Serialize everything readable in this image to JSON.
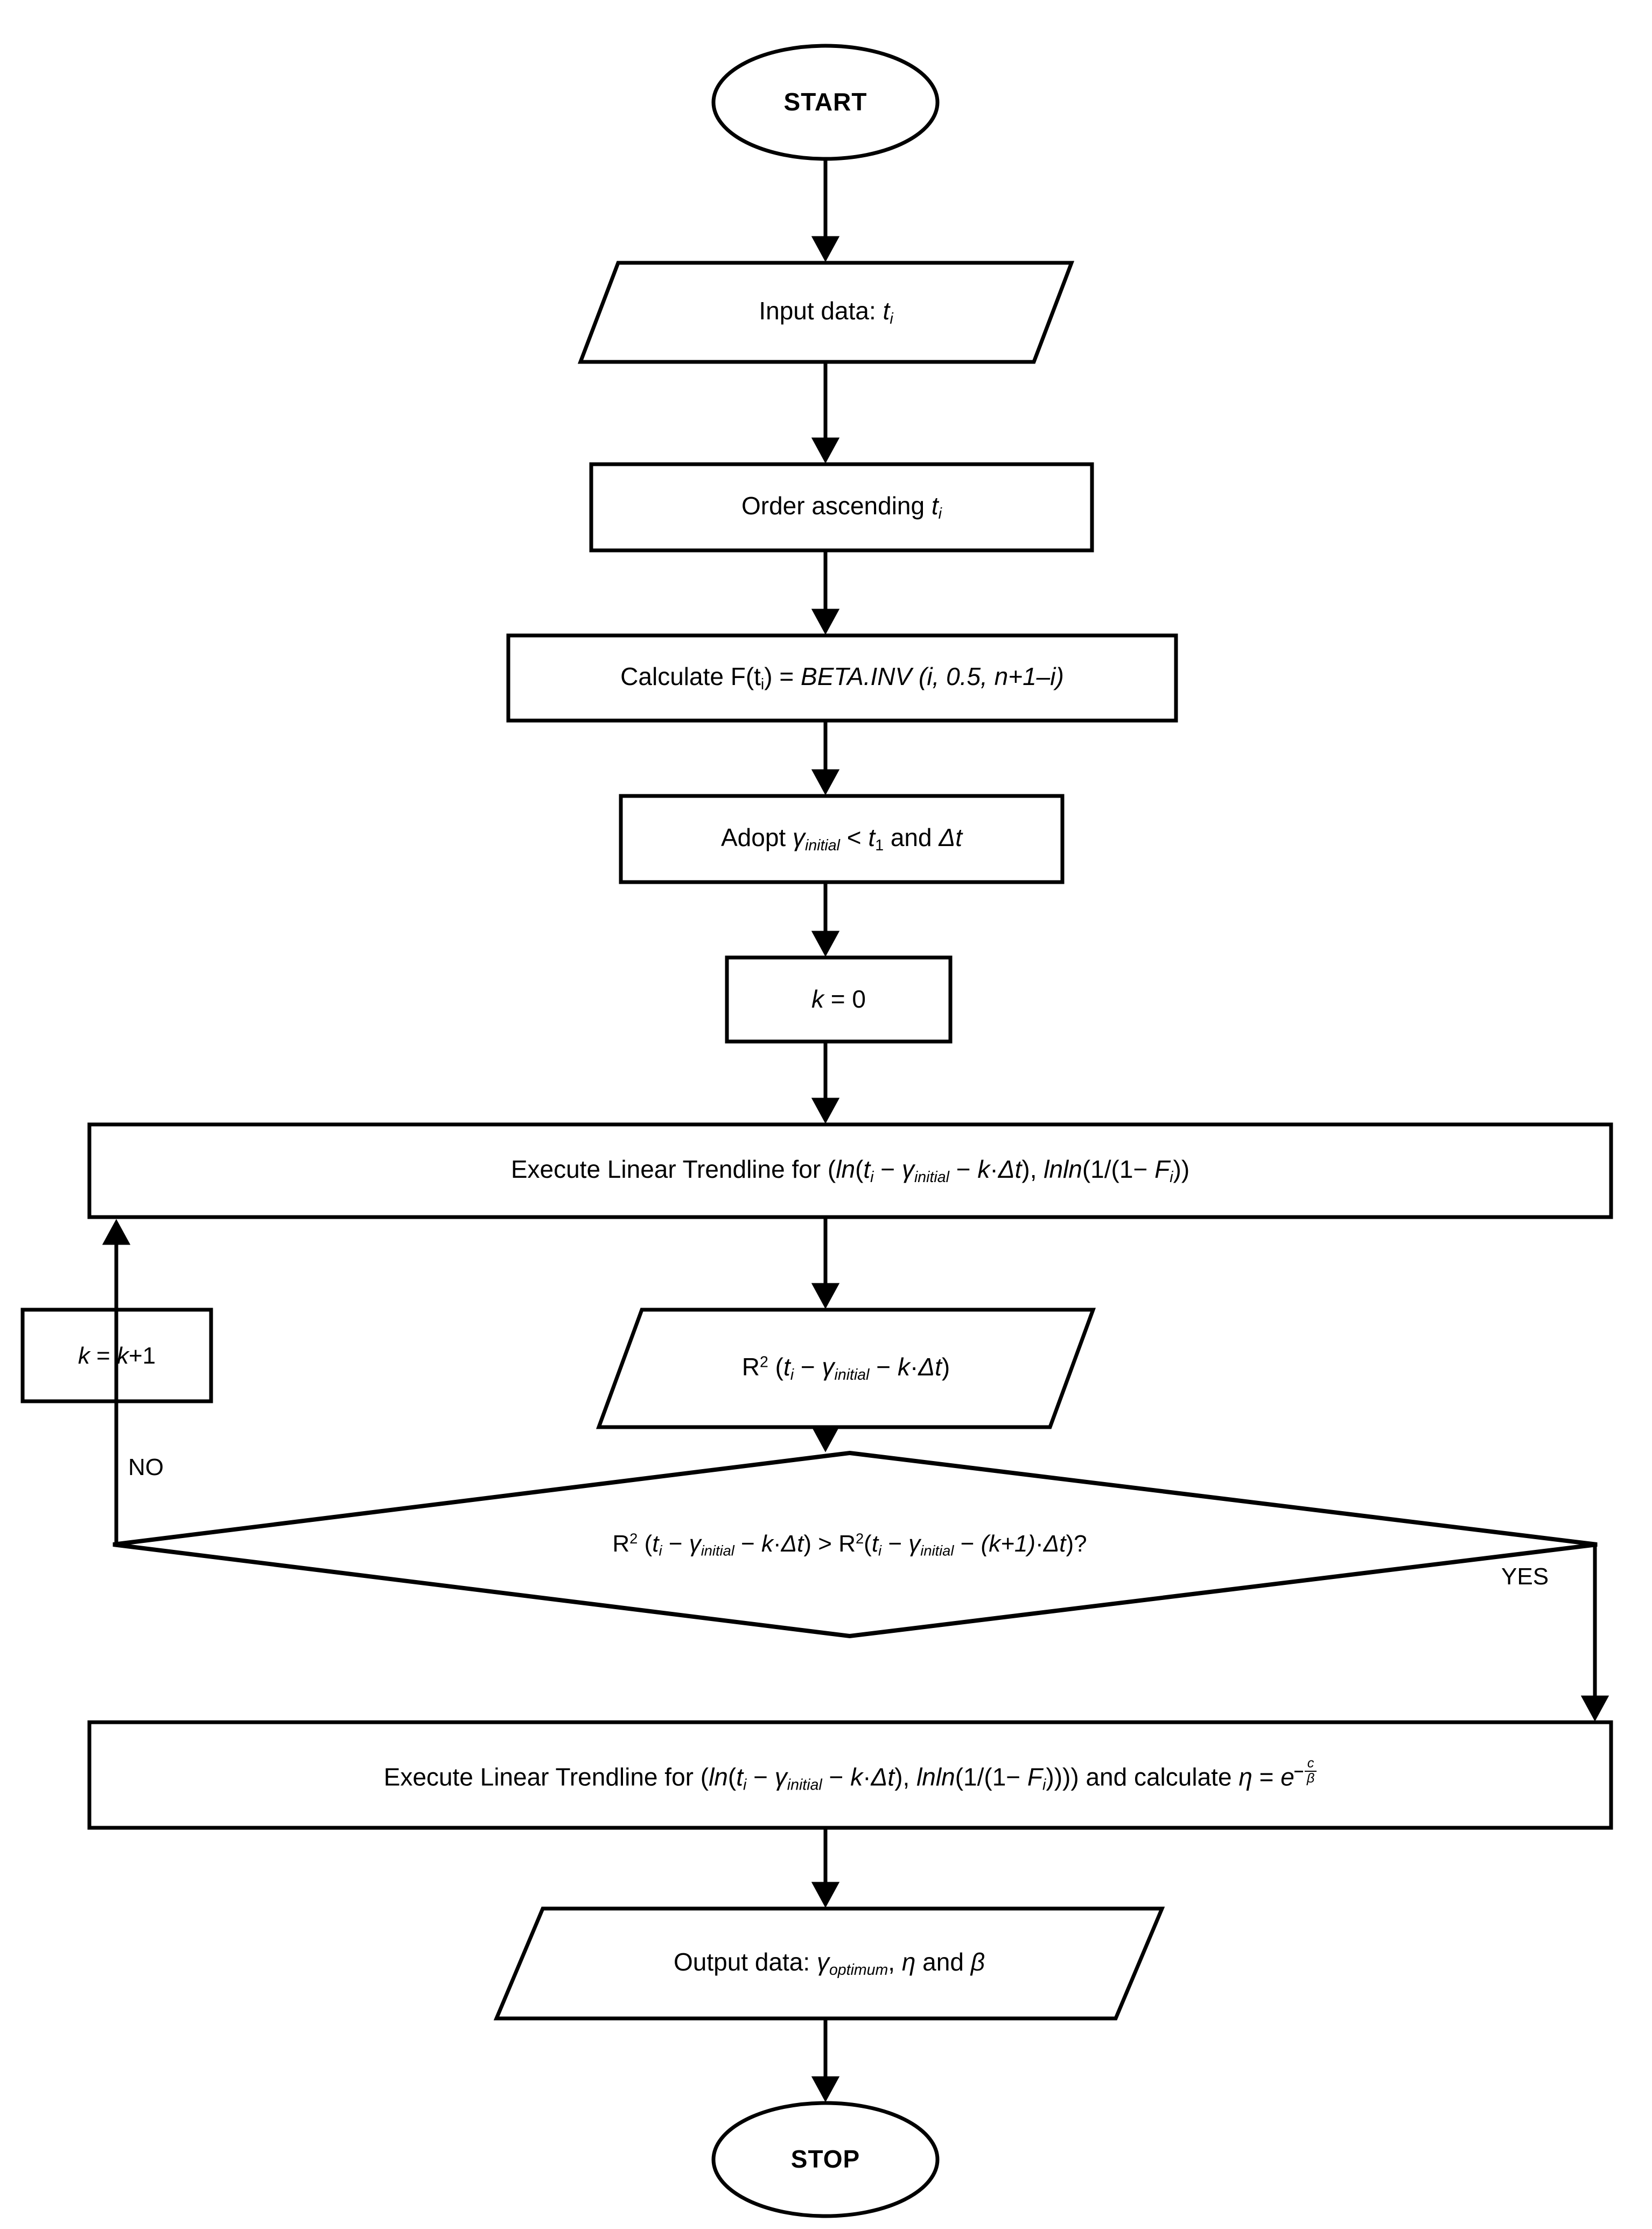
{
  "diagram": {
    "title": "Weibull three-parameter estimation flowchart",
    "stroke_color": "#000000",
    "fill_color": "#ffffff",
    "background": "#ffffff"
  },
  "nodes": {
    "start": {
      "shape": "terminator",
      "label": "START"
    },
    "input_data": {
      "shape": "parallelogram",
      "label": "Input data: t",
      "sub": "i",
      "prefix": "Input data: "
    },
    "order_ascending": {
      "shape": "rectangle",
      "prefix": "Order ascending ",
      "var": "t",
      "sub": "i"
    },
    "calculate_f": {
      "shape": "rectangle",
      "text_plain": "Calculate F(ti) = BETA.INV (i, 0.5, n+1–i)"
    },
    "adopt_gamma": {
      "shape": "rectangle",
      "text_plain": "Adopt γinitial < t1 and Δt"
    },
    "k_zero": {
      "shape": "rectangle",
      "text_plain": "k = 0"
    },
    "trendline_loop": {
      "shape": "rectangle",
      "text_plain": "Execute Linear Trendline for (ln(ti − γinitial − k·Δt), lnln(1/(1− Fi))"
    },
    "r2_value": {
      "shape": "parallelogram",
      "text_plain": "R2 (ti − γinitial − k·Δt)"
    },
    "k_increment": {
      "shape": "rectangle",
      "text_plain": "k = k+1"
    },
    "decision": {
      "shape": "diamond",
      "text_plain": "R2 (ti − γinitial − k·Δt) > R2(ti −γinitial − (k+1)·Δt)?"
    },
    "trendline_final": {
      "shape": "rectangle",
      "text_plain": "Execute Linear Trendline for (ln(ti − γinitial − k·Δt), lnln(1/(1− Fi))) and calculate  η = e−c/β"
    },
    "output_data": {
      "shape": "parallelogram",
      "text_plain": "Output data: γoptimum, η and β"
    },
    "stop": {
      "shape": "terminator",
      "label": "STOP"
    }
  },
  "edge_labels": {
    "no": "NO",
    "yes": "YES"
  },
  "tokens": {
    "input_data_prefix": "Input data: ",
    "order_prefix": "Order ascending ",
    "calculate_prefix": "Calculate F(t",
    "calculate_mid": ") = ",
    "beta_inv": "BETA.INV (",
    "beta_args_a": ", 0.5, ",
    "beta_args_b": "+1–",
    "beta_close": ")",
    "adopt_prefix": "Adopt ",
    "adopt_lt": " < ",
    "adopt_and": " and ",
    "k_zero_eq": " = 0",
    "k_plus_one": " = ",
    "k_plus_one_tail": "+1",
    "exec_prefix": "Execute Linear Trendline for (",
    "ln_fn": "ln",
    "open_paren": "(",
    "minus": " − ",
    "dot": "·",
    "close_paren": ")",
    "comma_sp": ", ",
    "lnln_fn": "lnln",
    "one_over": "(1/(1− ",
    "double_close": "))",
    "triple_close": ")))",
    "and_calculate": ") and calculate  ",
    "eta_eq": " = ",
    "gt": " > ",
    "question": "?",
    "output_prefix": "Output data: ",
    "output_and": " and ",
    "gamma": "γ",
    "eta": "η",
    "beta": "β",
    "delta_t": "Δt",
    "initial": "initial",
    "optimum": "optimum",
    "sub_i": "i",
    "sub_1": "1",
    "sup_2": "2",
    "R": "R",
    "F": "F",
    "t": "t",
    "k": "k",
    "n": "n",
    "e": "e",
    "c": "c",
    "k_plus_1_grp": "(k+1)"
  }
}
